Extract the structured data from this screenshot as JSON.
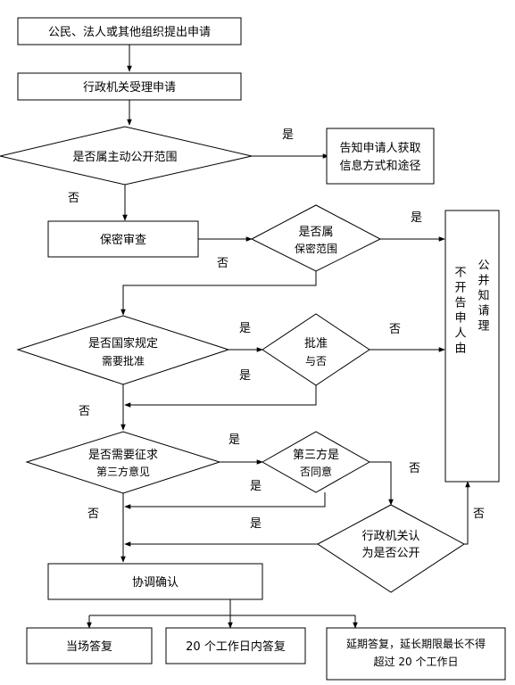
{
  "nodes": {
    "submit": "公民、法人或其他组织提出申请",
    "accept": "行政机关受理申请",
    "proactive_q": "是否属主动公开范围",
    "inform": [
      "告知申请人获取",
      "信息方式和途径"
    ],
    "secrecy_review": "保密审查",
    "secret_q": [
      "是否属",
      "保密范围"
    ],
    "side_col_1": "不开告申人由",
    "side_col_2": "公并知请理",
    "approval_q": [
      "是否国家规定",
      "需要批准"
    ],
    "approve": [
      "批准",
      "与否"
    ],
    "consult_q": [
      "是否需要征求",
      "第三方意见"
    ],
    "third_agree": [
      "第三方是",
      "否同意"
    ],
    "agency_q": [
      "行政机关认",
      "为是否公开"
    ],
    "coordinate": "协调确认",
    "reply_spot": "当场答复",
    "reply_20": "20 个工作日内答复",
    "reply_extend": [
      "延期答复，延长期限最长不得",
      "超过 20 个工作日"
    ]
  },
  "labels": {
    "yes": "是",
    "no": "否"
  }
}
